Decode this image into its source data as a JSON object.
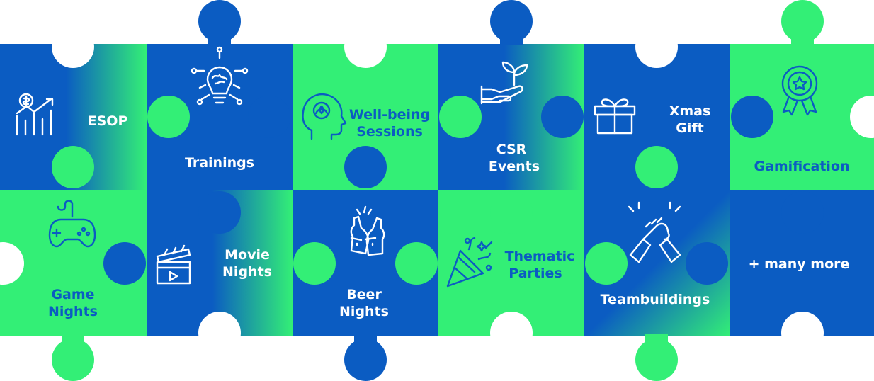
{
  "colors": {
    "blue": "#0b5cc2",
    "green": "#33ef76",
    "white": "#ffffff",
    "deep_blue": "#0b5cc2"
  },
  "tiles": [
    {
      "id": "esop",
      "lines": [
        "ESOP"
      ],
      "icon": "bar-chart-dollar-icon",
      "fill": "blue-to-green",
      "text": "white"
    },
    {
      "id": "trainings",
      "lines": [
        "Trainings"
      ],
      "icon": "lightbulb-brain-icon",
      "fill": "blue",
      "text": "white"
    },
    {
      "id": "well-being",
      "lines": [
        "Well-being",
        "Sessions"
      ],
      "icon": "head-lotus-icon",
      "fill": "green",
      "text": "blue"
    },
    {
      "id": "csr-events",
      "lines": [
        "CSR",
        "Events"
      ],
      "icon": "hand-sprout-icon",
      "fill": "blue-to-green",
      "text": "white"
    },
    {
      "id": "xmas-gift",
      "lines": [
        "Xmas",
        "Gift"
      ],
      "icon": "gift-box-icon",
      "fill": "blue",
      "text": "white"
    },
    {
      "id": "gamification",
      "lines": [
        "Gamification"
      ],
      "icon": "award-ribbon-icon",
      "fill": "green",
      "text": "blue"
    },
    {
      "id": "game-nights",
      "lines": [
        "Game",
        "Nights"
      ],
      "icon": "gamepad-icon",
      "fill": "green",
      "text": "blue"
    },
    {
      "id": "movie-nights",
      "lines": [
        "Movie",
        "Nights"
      ],
      "icon": "clapperboard-icon",
      "fill": "blue-to-green",
      "text": "white"
    },
    {
      "id": "beer-nights",
      "lines": [
        "Beer",
        "Nights"
      ],
      "icon": "beer-bottles-icon",
      "fill": "blue",
      "text": "white"
    },
    {
      "id": "thematic-parties",
      "lines": [
        "Thematic",
        "Parties"
      ],
      "icon": "party-popper-icon",
      "fill": "green",
      "text": "blue"
    },
    {
      "id": "teambuildings",
      "lines": [
        "Teambuildings"
      ],
      "icon": "handshake-icon",
      "fill": "blue-to-green",
      "text": "white"
    },
    {
      "id": "many-more",
      "lines": [
        "+ many more"
      ],
      "icon": "",
      "fill": "blue",
      "text": "white"
    }
  ]
}
